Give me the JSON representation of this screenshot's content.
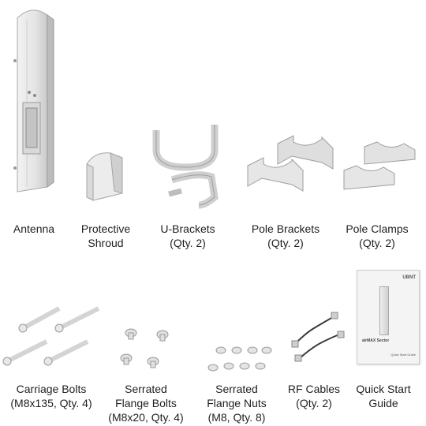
{
  "row1": [
    {
      "id": "antenna",
      "lines": [
        "Antenna"
      ]
    },
    {
      "id": "shroud",
      "lines": [
        "Protective",
        "Shroud"
      ]
    },
    {
      "id": "ubrackets",
      "lines": [
        "U-Brackets",
        "(Qty. 2)"
      ]
    },
    {
      "id": "polebrackets",
      "lines": [
        "Pole Brackets",
        "(Qty. 2)"
      ]
    },
    {
      "id": "poleclamps",
      "lines": [
        "Pole Clamps",
        "(Qty. 2)"
      ]
    }
  ],
  "row2": [
    {
      "id": "carriage",
      "lines": [
        "Carriage Bolts",
        "(M8x135, Qty. 4)"
      ]
    },
    {
      "id": "flangebolts",
      "lines": [
        "Serrated",
        "Flange Bolts",
        "(M8x20, Qty. 4)"
      ]
    },
    {
      "id": "flangenuts",
      "lines": [
        "Serrated",
        "Flange Nuts",
        "(M8, Qty. 8)"
      ]
    },
    {
      "id": "rfcables",
      "lines": [
        "RF Cables",
        "(Qty. 2)"
      ]
    },
    {
      "id": "guide",
      "lines": [
        "Quick Start",
        "Guide"
      ]
    }
  ],
  "guide_cover": {
    "logo": "UBNT",
    "product_name": "airMAX Sector",
    "footer": "Quick Start Guide"
  },
  "colors": {
    "metal_light": "#e6e6e6",
    "metal_mid": "#bdbdbd",
    "metal_dark": "#8a8a8a",
    "cable": "#3a3a3a",
    "text": "#1f1f1f"
  }
}
